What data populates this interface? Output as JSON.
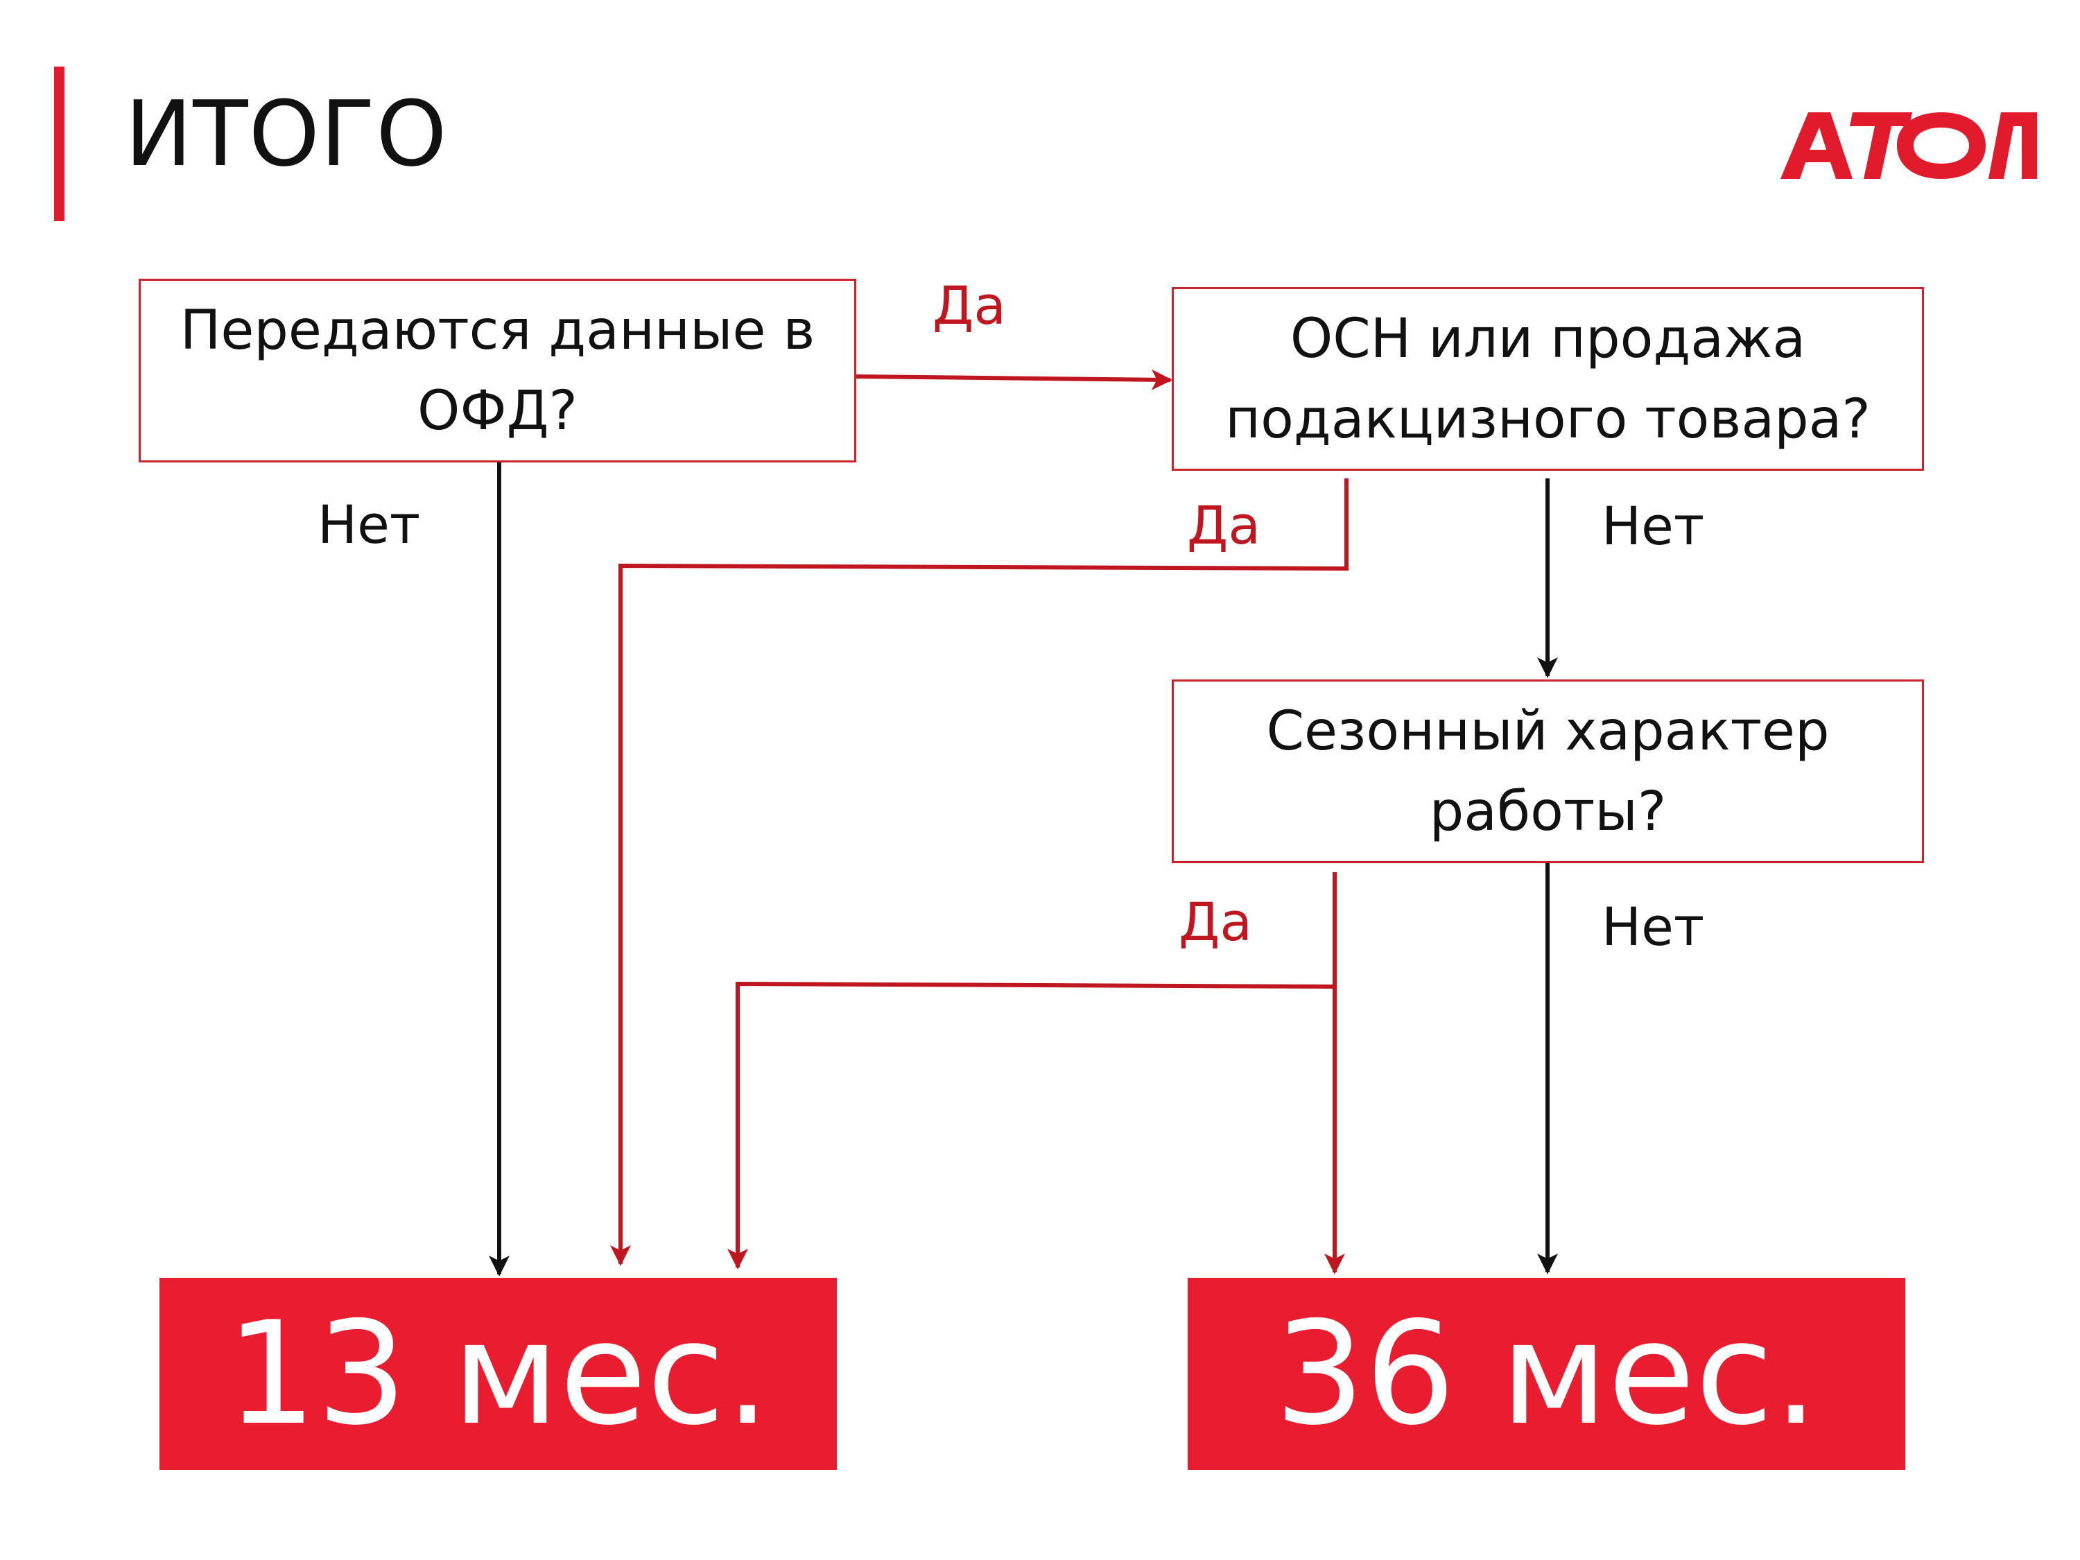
{
  "header": {
    "title": "ИТОГО",
    "logo_text": "АТОЛ"
  },
  "nodes": {
    "ofd_question": "Передаются данные в ОФД?",
    "osn_question": "ОСН или продажа подакцизного товара?",
    "season_question": "Сезонный характер работы?"
  },
  "results": {
    "short": "13 мес.",
    "long": "36 мес."
  },
  "edge_labels": {
    "ofd_yes": "Да",
    "ofd_no": "Нет",
    "osn_yes": "Да",
    "osn_no": "Нет",
    "season_yes": "Да",
    "season_no": "Нет"
  },
  "colors": {
    "accent": "#e11b2b",
    "result_fill": "#ea1c30",
    "yes_arrow": "#c01620",
    "no_arrow": "#111111"
  }
}
